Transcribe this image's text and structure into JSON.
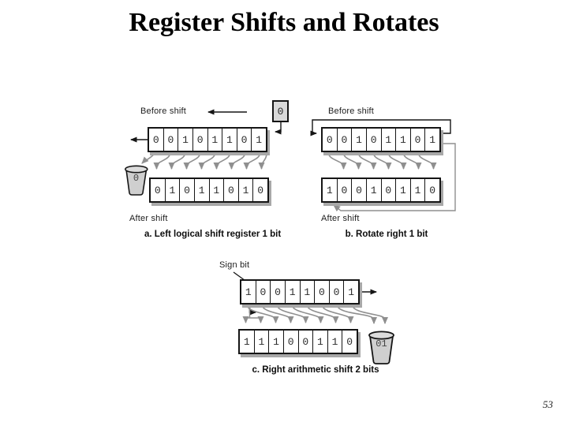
{
  "slide": {
    "title": "Register Shifts and Rotates",
    "page_number": "53"
  },
  "diagram_a": {
    "before_label": "Before shift",
    "after_label": "After shift",
    "caption": "a. Left logical shift register 1 bit",
    "input_bit": "0",
    "discarded_bit": "0",
    "before_bits": [
      "0",
      "0",
      "1",
      "0",
      "1",
      "1",
      "0",
      "1"
    ],
    "after_bits": [
      "0",
      "1",
      "0",
      "1",
      "1",
      "0",
      "1",
      "0"
    ]
  },
  "diagram_b": {
    "before_label": "Before shift",
    "after_label": "After shift",
    "caption": "b. Rotate right 1 bit",
    "before_bits": [
      "0",
      "0",
      "1",
      "0",
      "1",
      "1",
      "0",
      "1"
    ],
    "after_bits": [
      "1",
      "0",
      "0",
      "1",
      "0",
      "1",
      "1",
      "0"
    ]
  },
  "diagram_c": {
    "sign_bit_label": "Sign bit",
    "caption": "c. Right arithmetic shift 2 bits",
    "discarded_bits": "01",
    "before_bits": [
      "1",
      "0",
      "0",
      "1",
      "1",
      "0",
      "0",
      "1"
    ],
    "after_bits": [
      "1",
      "1",
      "1",
      "0",
      "0",
      "1",
      "1",
      "0"
    ]
  },
  "colors": {
    "arrow_gray": "#8f8f8f",
    "line_black": "#151515",
    "box_fill": "#d9d9d9",
    "shadow_gray": "#a8a8a8"
  }
}
